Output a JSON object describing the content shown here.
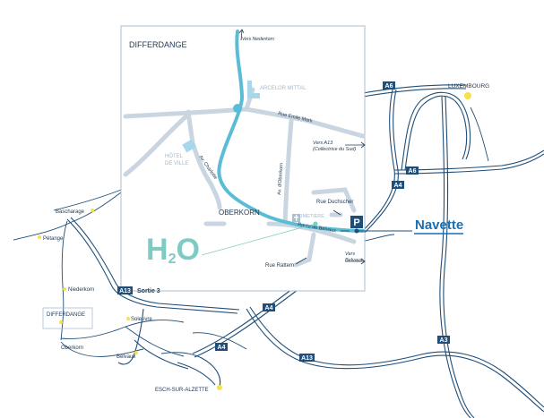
{
  "colors": {
    "highway": "#1f4e79",
    "local_road": "#c9d6e1",
    "river": "#5bbcd6",
    "brand": "#1b6fb3",
    "h2o": "#7fcbc4",
    "town_dot": "#f6e24b",
    "frame": "#a9bfd2"
  },
  "detail": {
    "title": "DIFFERDANGE",
    "vers_niederkorn": "Vers Niederkorn",
    "arcelor": "ARCELOR MITTAL",
    "rue_emile_mark": "Rue Emile Mark",
    "hotel_de_ville_line1": "HÔTEL",
    "hotel_de_ville_line2": "DE VILLE",
    "av_charlotte": "Av. Charlotte",
    "vers_a13_line1": "Vers A13",
    "vers_a13_line2": "(Collectrice du Sud)",
    "av_oberkorn": "Av. d'Oberkorn",
    "rue_duchscher": "Rue Duchscher",
    "oberkorn": "OBERKORN",
    "cimetiere": "CIMETIÈRE",
    "route_de_belvaux": "Route de Belvaux",
    "rue_rattem": "Rue Rattem",
    "vers_belvaux_line1": "Vers",
    "vers_belvaux_line2": "Belvaux",
    "parking": "P",
    "logo": "H2O"
  },
  "navette": "Navette",
  "regional": {
    "luxembourg": "LUXEMBOURG",
    "bascharage": "Bascharage",
    "petange": "Pétange",
    "niederkorn": "Niederkorn",
    "differdange": "DIFFERDANGE",
    "soleuvre": "Soleuvre",
    "oberkorn": "Oberkorn",
    "belvaux": "Belvaux",
    "esch": "ESCH-SUR-ALZETTE",
    "sortie": "Sortie 3"
  },
  "shields": {
    "a6_top": "A6",
    "a6_mid": "A6",
    "a4_right": "A4",
    "a13": "A13",
    "a4_mid": "A4",
    "a4_low": "A4",
    "a13_low": "A13",
    "a3": "A3"
  }
}
